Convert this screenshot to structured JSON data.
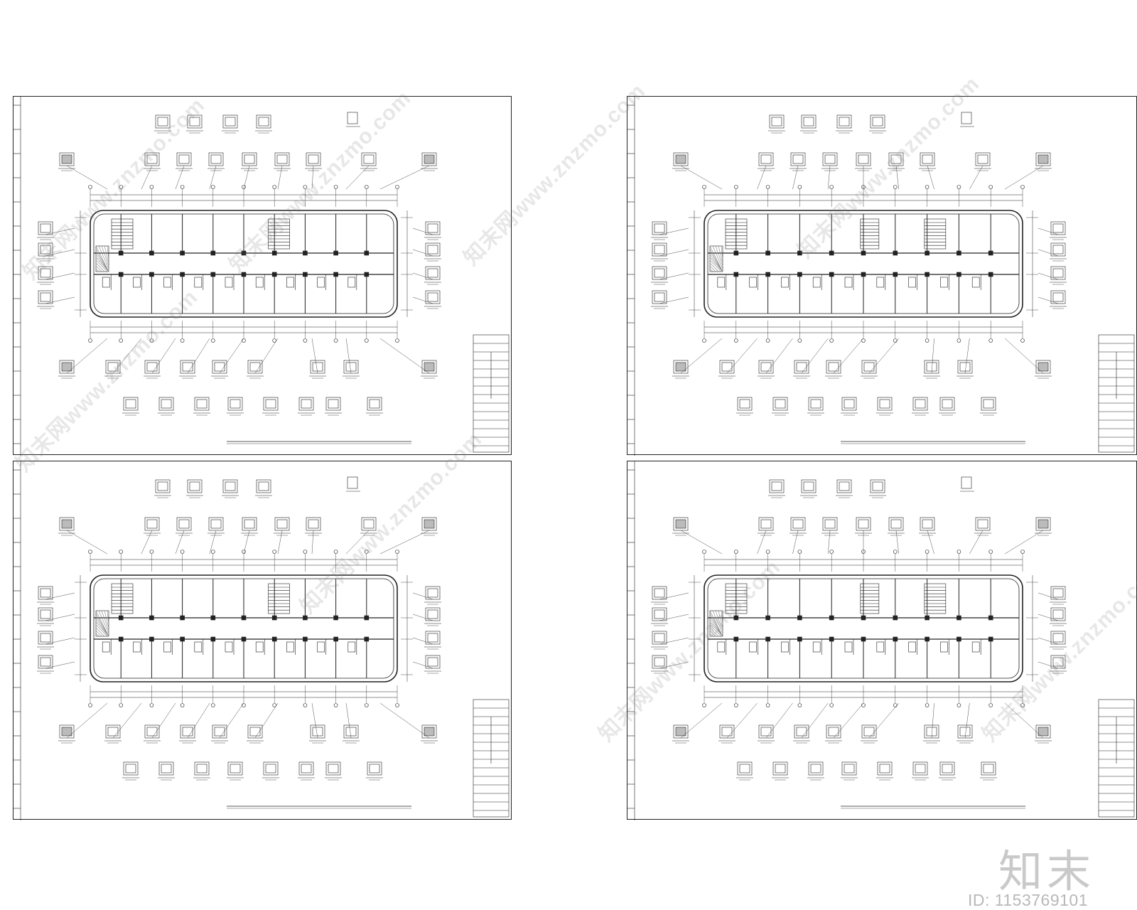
{
  "sheets": [
    {
      "id": "sheet-top-left"
    },
    {
      "id": "sheet-top-right"
    },
    {
      "id": "sheet-bottom-left"
    },
    {
      "id": "sheet-bottom-right"
    }
  ],
  "watermark": {
    "text": "知末网www.znzmo.com",
    "color": "#b8b8b8"
  },
  "brand": {
    "logo_text": "知末",
    "id_label": "ID: 1153769101"
  },
  "colors": {
    "line": "#222222",
    "hatch": "#888888",
    "background": "#ffffff"
  }
}
